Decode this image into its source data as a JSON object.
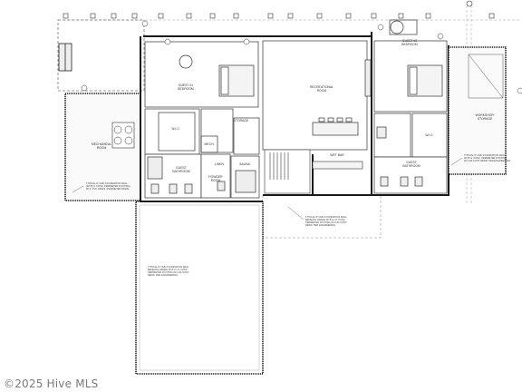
{
  "rooms": {
    "guest_bedroom_1": "GUEST #1\nBEDROOM",
    "guest_bedroom_2": "GUEST #2\nBEDROOM",
    "recreational_room": "RECREATIONAL\nROOM",
    "mechanical_room": "MECHANICAL\nROOM",
    "workshop_storage": "WORKSHOP/\nSTORAGE",
    "guest_bathroom_1": "GUEST\nBATHROOM",
    "guest_bathroom_2": "GUEST\nBATHROOM",
    "wet_bar": "WET BAR",
    "storage": "STORAGE",
    "sauna": "SAUNA",
    "powder_room": "POWDER\nROOM",
    "wic_1": "W.I.C.",
    "wic_2": "W.I.C.",
    "linen": "LINEN",
    "mech": "MECH."
  },
  "notes": {
    "foundation_left": "TYPICAL 8\" CMU FOUNDATION WALL\n(W/ 8\"x1' CONC. PERIMETER FOOTING)\nW/ 4\" PVC DRAIN / PERIMETER DRAIN",
    "foundation_center": "TYPICAL 8\" CMU FOUNDATION WALL\nBENEATH GRADE W/ 8\"x1'-0\" CONC.\nPERIMETER FOOTING W/ 2-#4 CONT.\nREINF. PER ENGINEERING",
    "foundation_right": "TYPICAL 8\" CMU FOUNDATION WALL\nW/ 8\"x1' CONC. PERIMETER FOOTING\nW/ 2-#4 CONT. REINF. PER ENGINEERING",
    "foundation_bottom": "TYPICAL 8\" CMU FOUNDATION WALL\nBENEATH GRADE W/ 8\"x1'-0\" CONC.\nPERIMETER FOOTING W/ 2-#4 CONT.\nREINF. PER ENGINEERING"
  },
  "watermark": "©2025 Hive MLS",
  "colors": {
    "wall": "#1a1a1a",
    "line": "#333333",
    "fill": "#f2f2f2",
    "dash": "#777777"
  }
}
